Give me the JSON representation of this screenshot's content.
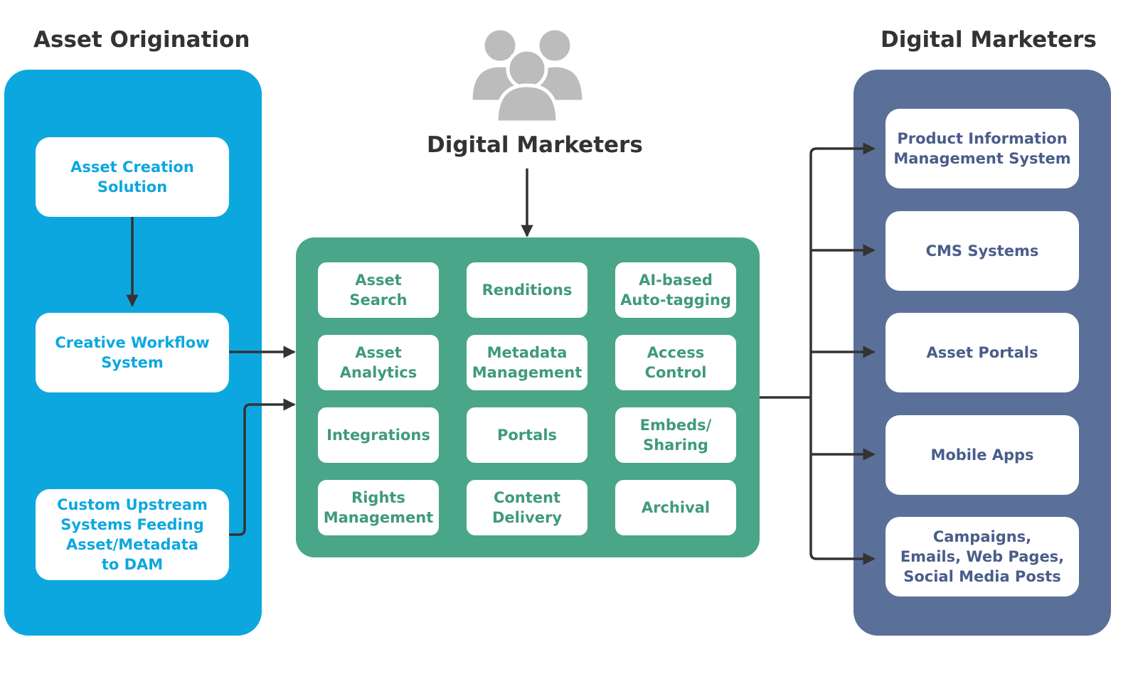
{
  "colors": {
    "origination_panel": "#0da7df",
    "origination_text": "#0da7df",
    "dam_panel": "#4aa688",
    "dam_text": "#3f9a7b",
    "marketers_panel": "#5b7099",
    "marketers_text": "#4a5d8a",
    "arrow": "#333333",
    "people_icon": "#bcbcbc"
  },
  "left": {
    "heading": "Asset Origination",
    "boxes": [
      "Asset Creation\nSolution",
      "Creative Workflow\nSystem",
      "Custom Upstream\nSystems Feeding\nAsset/Metadata\nto DAM"
    ]
  },
  "center": {
    "icon": "people-group-icon",
    "heading": "Digital Marketers",
    "cells": [
      "Asset\nSearch",
      "Renditions",
      "AI-based\nAuto-tagging",
      "Asset\nAnalytics",
      "Metadata\nManagement",
      "Access\nControl",
      "Integrations",
      "Portals",
      "Embeds/\nSharing",
      "Rights\nManagement",
      "Content\nDelivery",
      "Archival"
    ]
  },
  "right": {
    "heading": "Digital Marketers",
    "boxes": [
      "Product Information\nManagement System",
      "CMS Systems",
      "Asset Portals",
      "Mobile Apps",
      "Campaigns,\nEmails, Web Pages,\nSocial Media Posts"
    ]
  }
}
